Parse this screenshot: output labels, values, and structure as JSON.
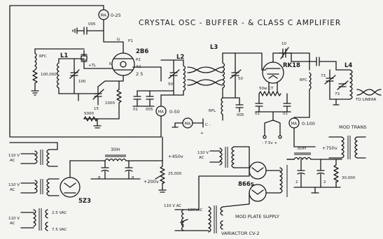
{
  "title": "CRYSTAL OSC - BUFFER -  & CLASS C  AMPLIFIER",
  "meters": {
    "m_osc_label": "MA",
    "m_osc_range": "0-25",
    "m_buf_label": "MA",
    "m_buf_range": "0-50",
    "m_grid_label": "MA",
    "m_pa_label": "MA",
    "m_pa_range": "0-100"
  },
  "tubes": {
    "osc": "2B6",
    "osc_base": "2 5",
    "pa": "RK18",
    "rect1": "5Z3",
    "rect2": "866s"
  },
  "tube_pins": {
    "g": "G",
    "p1": "P1",
    "p2": "P2",
    "k": "K",
    "a2": "A2"
  },
  "inductors": {
    "l1": "L1",
    "l2": "L2",
    "l3": "L3",
    "l4": "L4"
  },
  "chokes": {
    "rfc1": "RFC",
    "rfc2": "RFC",
    "rfl": "RFL",
    "ch1": "30H",
    "ch2": "30H"
  },
  "caps": {
    "c005a": "005",
    "c100": "100",
    "c15": "15",
    "c01a": "01",
    "c005b": "005",
    "c50a": "50",
    "c50b": "50",
    "c005c": "005",
    "c10": "10",
    "c01b": "01",
    "c01c": "01",
    "c73a": "73",
    "c73b": "73",
    "c8a": "8",
    "c8b": "8",
    "c2a": "2",
    "c2b": "2"
  },
  "resistors": {
    "r100k": "100,000",
    "r5000": "5000",
    "r1000": "1000",
    "r25k": "25,000",
    "r30k": "30,000",
    "ct": "50w CT"
  },
  "power": {
    "ac1": "110 V\nAC",
    "ac2": "110 V\nAC",
    "ac3": "110 V\nAC",
    "ac4": "110 V\nAC",
    "ac5": "110 V AC",
    "v25": "2.5 VAC",
    "v75": "7.5 VAC",
    "b450": "+450v",
    "b200": "+200v",
    "b750": "+750v",
    "c_minus": "C -",
    "c_plus": "+",
    "b75": "- 7.5v +"
  },
  "labels": {
    "to_linear": "TO LINEAR",
    "mod_trans": "MOD TRANS",
    "mod_supply": "MOD PLATE SUPPLY",
    "variactor": "VARIACTOR  CV-2",
    "v180": "180VAC",
    "xtal": "+TL"
  }
}
